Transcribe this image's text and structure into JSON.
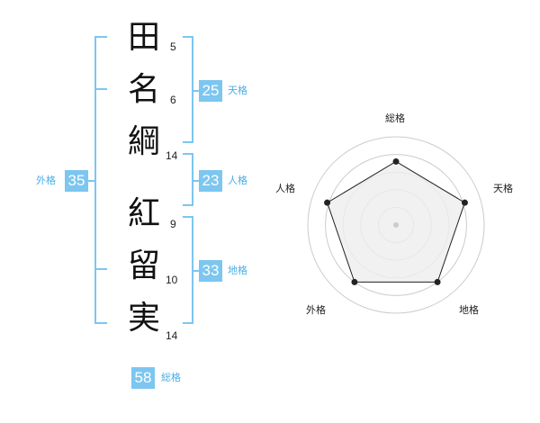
{
  "name_chars": [
    {
      "char": "田",
      "strokes": "5"
    },
    {
      "char": "名",
      "strokes": "6"
    },
    {
      "char": "綱",
      "strokes": "14"
    },
    {
      "char": "紅",
      "strokes": "9"
    },
    {
      "char": "留",
      "strokes": "10"
    },
    {
      "char": "実",
      "strokes": "14"
    }
  ],
  "scores": {
    "tenkaku": {
      "value": "25",
      "label": "天格"
    },
    "jinkaku": {
      "value": "23",
      "label": "人格"
    },
    "chikaku": {
      "value": "33",
      "label": "地格"
    },
    "gaikaku": {
      "value": "35",
      "label": "外格"
    },
    "soukaku": {
      "value": "58",
      "label": "総格"
    }
  },
  "radar": {
    "axes": [
      "総格",
      "天格",
      "地格",
      "外格",
      "人格"
    ],
    "values": [
      0.72,
      0.82,
      0.8,
      0.8,
      0.82
    ],
    "colors": {
      "fill": "#eeeeee",
      "line": "#222222",
      "rings": "#cccccc"
    }
  },
  "colors": {
    "accent": "#7cc6f0"
  }
}
